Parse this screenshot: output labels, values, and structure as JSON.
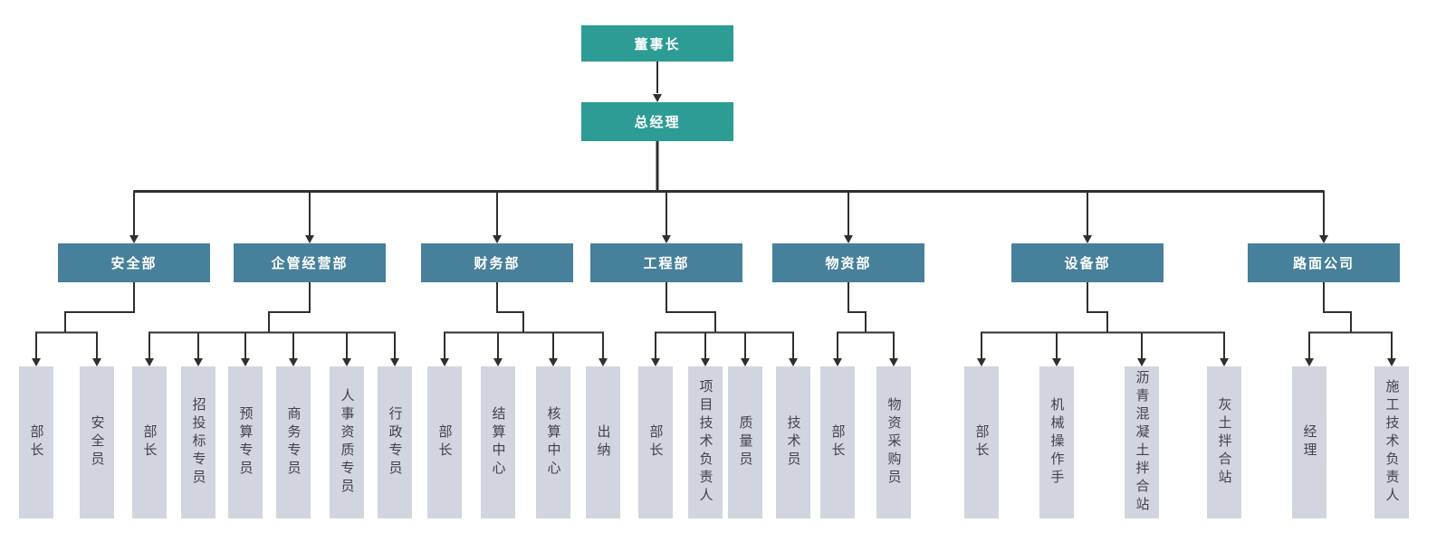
{
  "org": {
    "root": {
      "label": "董事长"
    },
    "manager": {
      "label": "总经理"
    },
    "departments": [
      {
        "label": "安全部",
        "children": [
          {
            "label": "部长"
          },
          {
            "label": "安全员"
          }
        ]
      },
      {
        "label": "企管经营部",
        "children": [
          {
            "label": "部长"
          },
          {
            "label": "招投标专员"
          },
          {
            "label": "预算专员"
          },
          {
            "label": "商务专员"
          },
          {
            "label": "人事资质专员"
          },
          {
            "label": "行政专员"
          }
        ]
      },
      {
        "label": "财务部",
        "children": [
          {
            "label": "部长"
          },
          {
            "label": "结算中心"
          },
          {
            "label": "核算中心"
          },
          {
            "label": "出纳"
          }
        ]
      },
      {
        "label": "工程部",
        "children": [
          {
            "label": "部长"
          },
          {
            "label": "项目技术负责人"
          },
          {
            "label": "质量员"
          },
          {
            "label": "技术员"
          }
        ]
      },
      {
        "label": "物资部",
        "children": [
          {
            "label": "部长"
          },
          {
            "label": "物资采购员"
          }
        ]
      },
      {
        "label": "设备部",
        "children": [
          {
            "label": "部长"
          },
          {
            "label": "机械操作手"
          },
          {
            "label": "沥青混凝土拌合站"
          },
          {
            "label": "灰土拌合站"
          }
        ]
      },
      {
        "label": "路面公司",
        "children": [
          {
            "label": "经理"
          },
          {
            "label": "施工技术负责人"
          }
        ]
      }
    ],
    "colors": {
      "executive_box": "#2c9c94",
      "department_box": "#47809a",
      "staff_box": "#d1d5df",
      "executive_text": "#ffffff",
      "staff_text": "#3f434c",
      "connector": "#2f2f2f"
    }
  }
}
